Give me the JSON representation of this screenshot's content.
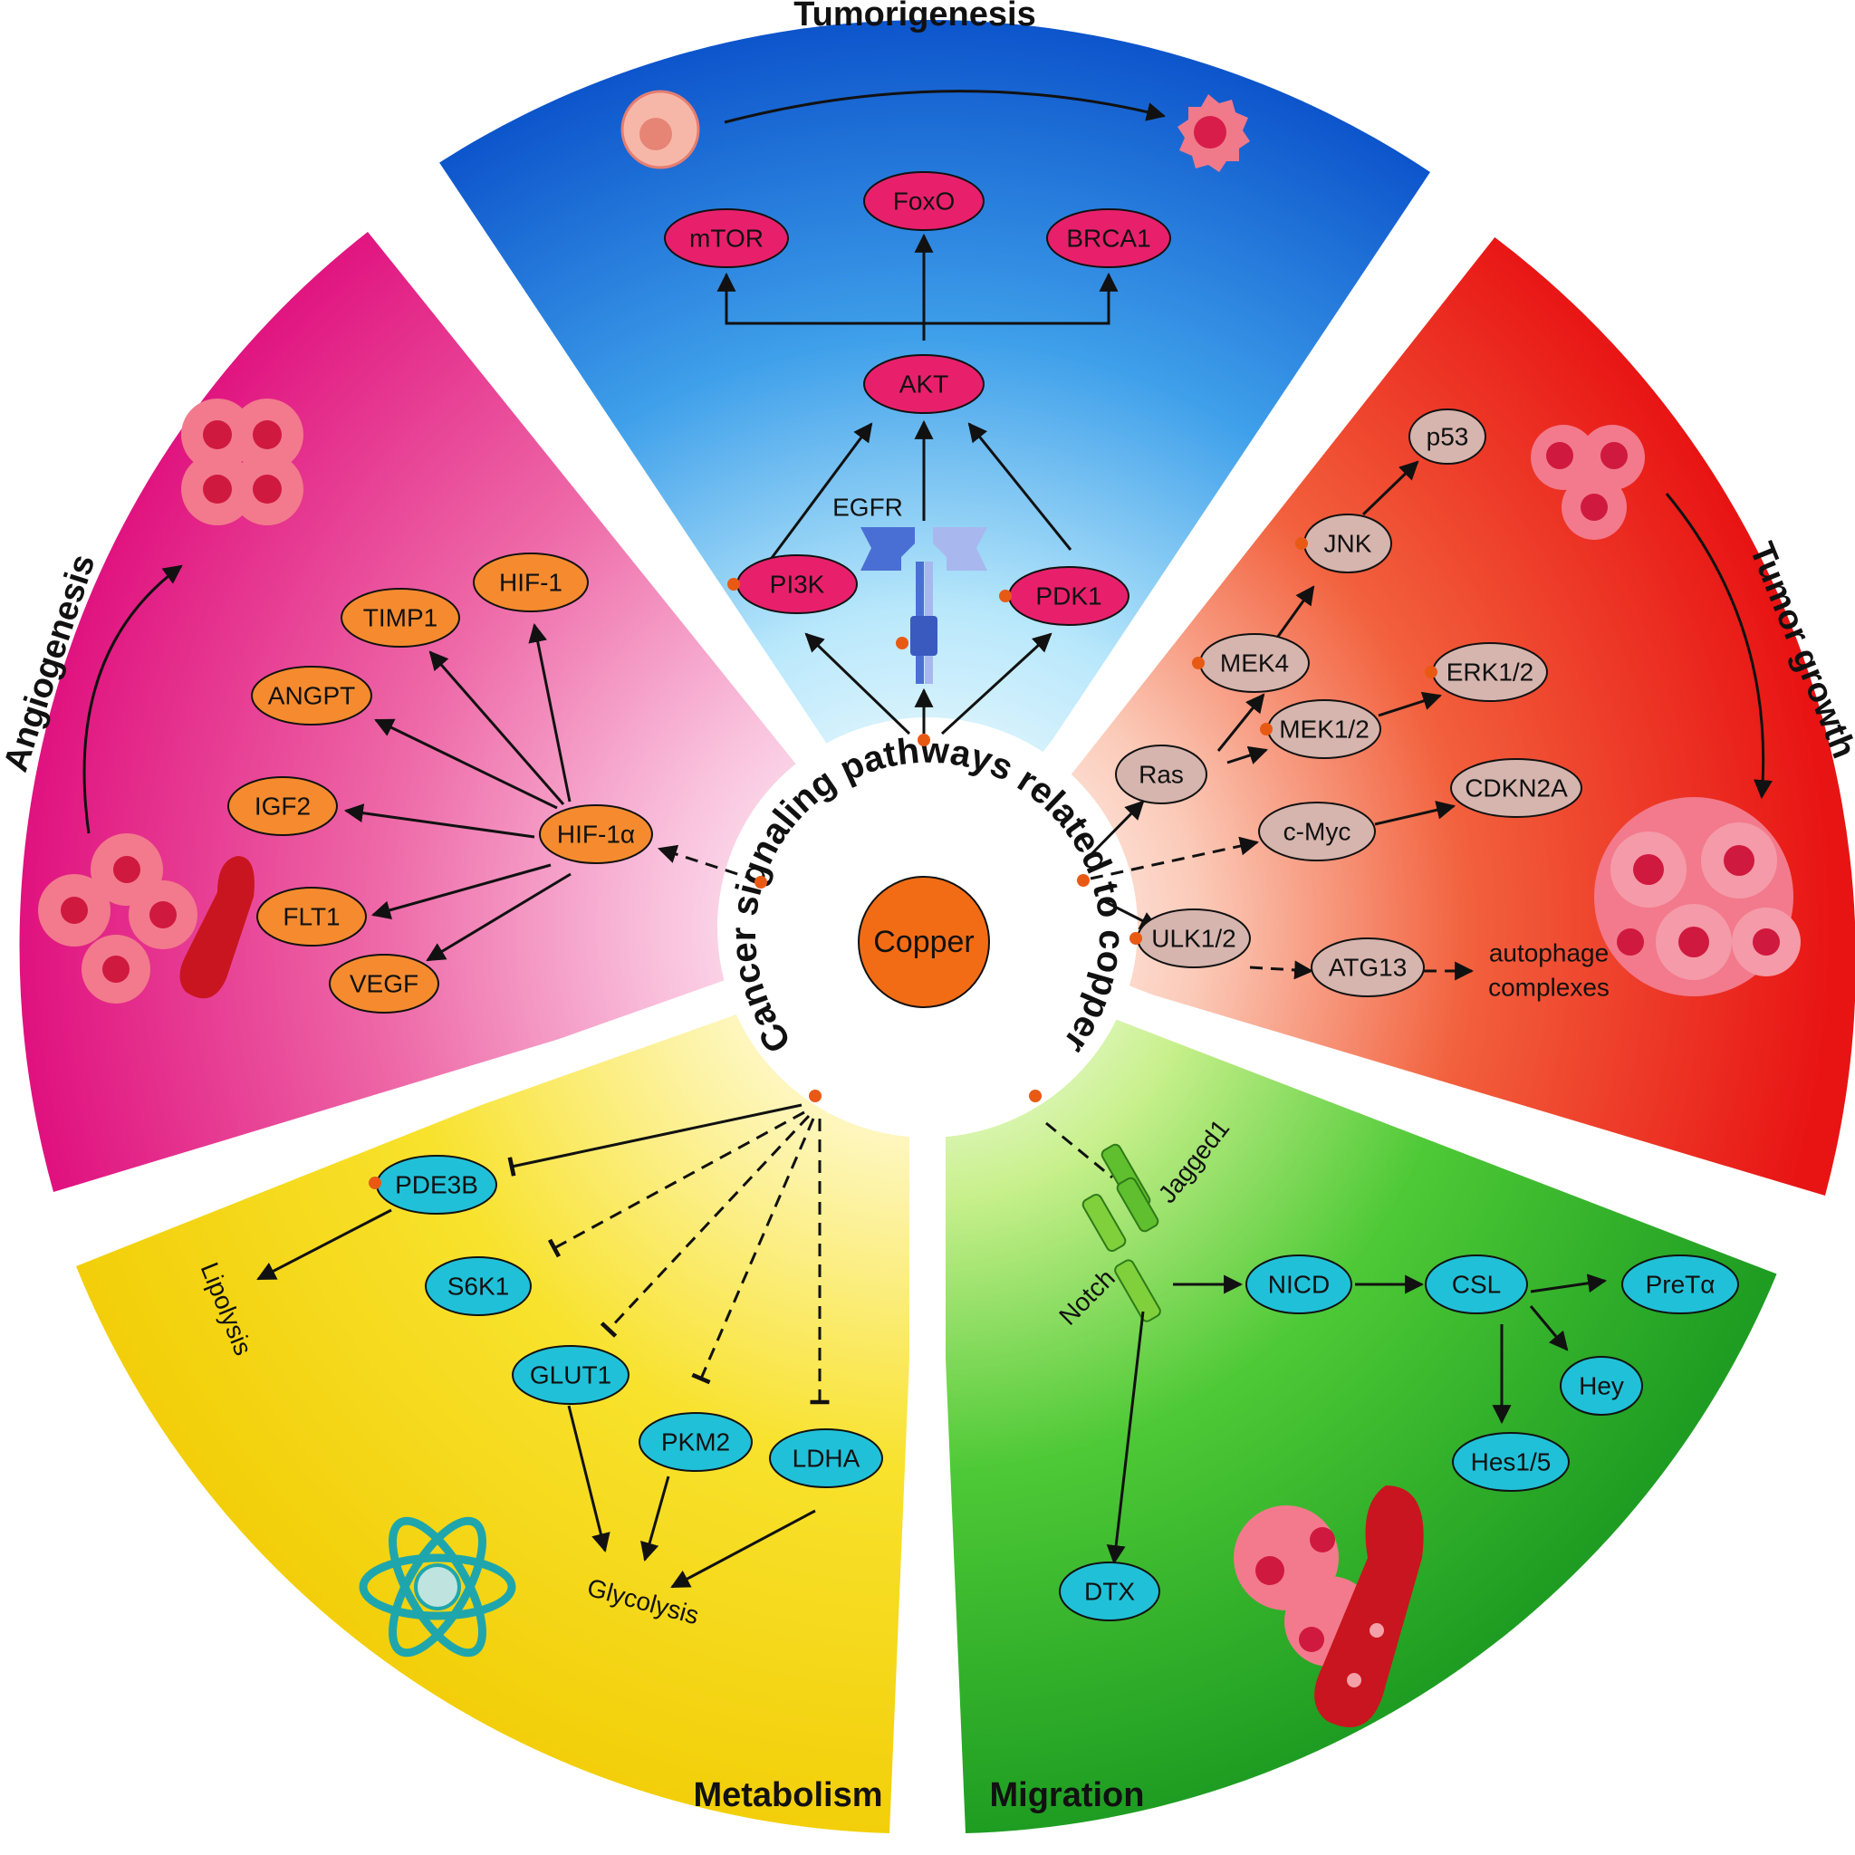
{
  "center": {
    "label": "Copper",
    "ring_text": "Cancer signaling pathways related to copper"
  },
  "sectors": {
    "tumorigenesis": "Tumorigenesis",
    "tumor_growth": "Tumor growth",
    "migration": "Migration",
    "metabolism": "Metabolism",
    "angiogenesis": "Angiogenesis"
  },
  "colors": {
    "tumorigenesis": "#1f68d8",
    "tumor_growth": "#ee2020",
    "migration": "#2fb02a",
    "metabolism": "#f4d80e",
    "angiogenesis": "#e3208c",
    "node_magenta": "#e8206c",
    "node_orange": "#f58b2e",
    "node_mauve": "#d6b5ae",
    "node_cyan": "#20c1d8",
    "copper": "#f26c16"
  },
  "nodes": {
    "foxo": "FoxO",
    "mtor": "mTOR",
    "brca1": "BRCA1",
    "akt": "AKT",
    "pi3k": "PI3K",
    "pdk1": "PDK1",
    "egfr": "EGFR",
    "p53": "p53",
    "jnk": "JNK",
    "mek4": "MEK4",
    "erk": "ERK1/2",
    "mek12": "MEK1/2",
    "ras": "Ras",
    "cdkn2a": "CDKN2A",
    "cmyc": "c-Myc",
    "ulk": "ULK1/2",
    "atg13": "ATG13",
    "autophage_1": "autophage",
    "autophage_2": "complexes",
    "hif1": "HIF-1",
    "timp1": "TIMP1",
    "angpt": "ANGPT",
    "igf2": "IGF2",
    "hif1a": "HIF-1α",
    "flt1": "FLT1",
    "vegf": "VEGF",
    "pde3b": "PDE3B",
    "lipolysis": "Lipolysis",
    "s6k1": "S6K1",
    "glut1": "GLUT1",
    "pkm2": "PKM2",
    "ldha": "LDHA",
    "glycolysis": "Glycolysis",
    "jagged1": "Jagged1",
    "notch": "Notch",
    "nicd": "NICD",
    "csl": "CSL",
    "pretalpha": "PreTα",
    "hey": "Hey",
    "hes": "Hes1/5",
    "dtx": "DTX"
  }
}
